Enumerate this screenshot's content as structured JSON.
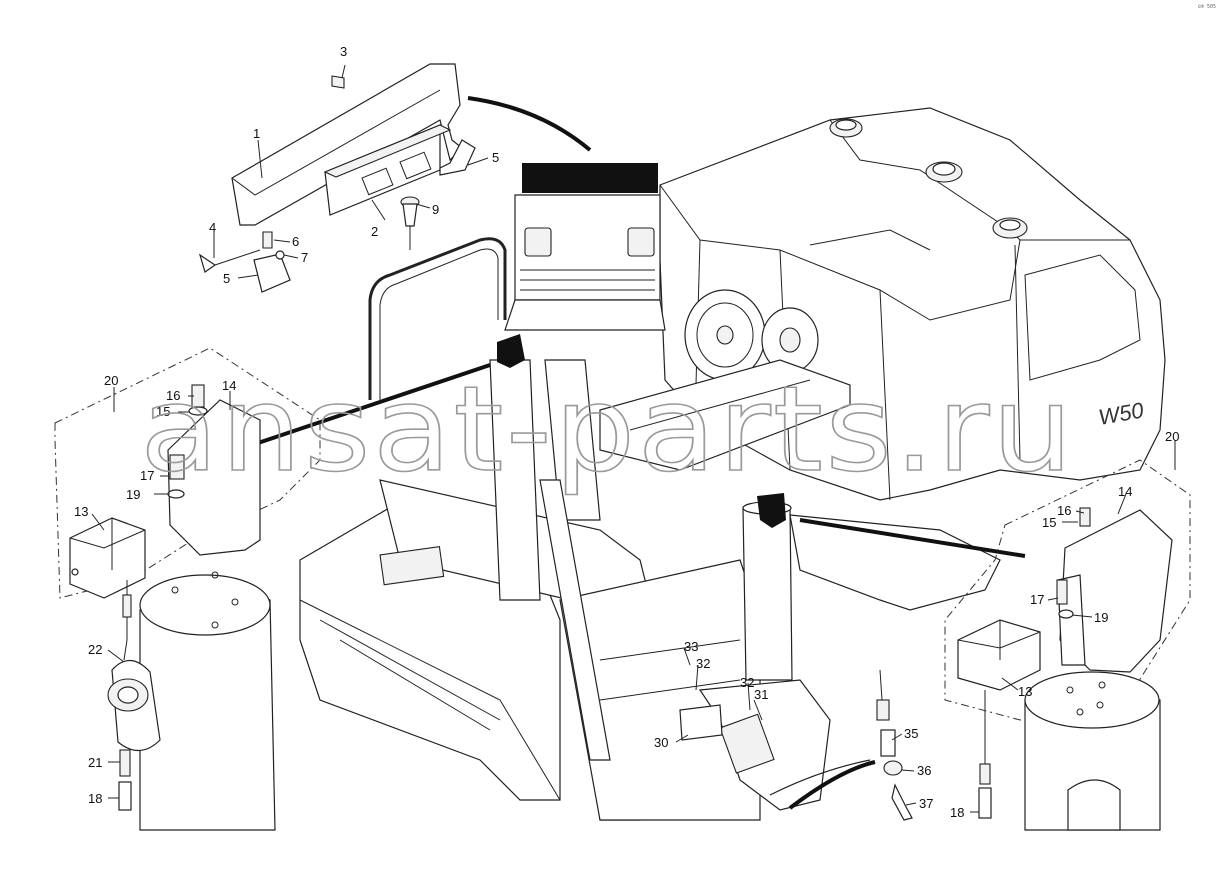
{
  "watermark": "ansat-parts.ru",
  "corner_mark": "©® 505",
  "engraved_model": "W50",
  "callouts": [
    "1",
    "2",
    "3",
    "4",
    "5",
    "5",
    "6",
    "7",
    "9",
    "13",
    "13",
    "14",
    "14",
    "15",
    "15",
    "16",
    "16",
    "17",
    "17",
    "18",
    "18",
    "19",
    "19",
    "20",
    "20",
    "21",
    "22",
    "30",
    "31",
    "32",
    "32",
    "33",
    "35",
    "36",
    "37"
  ]
}
